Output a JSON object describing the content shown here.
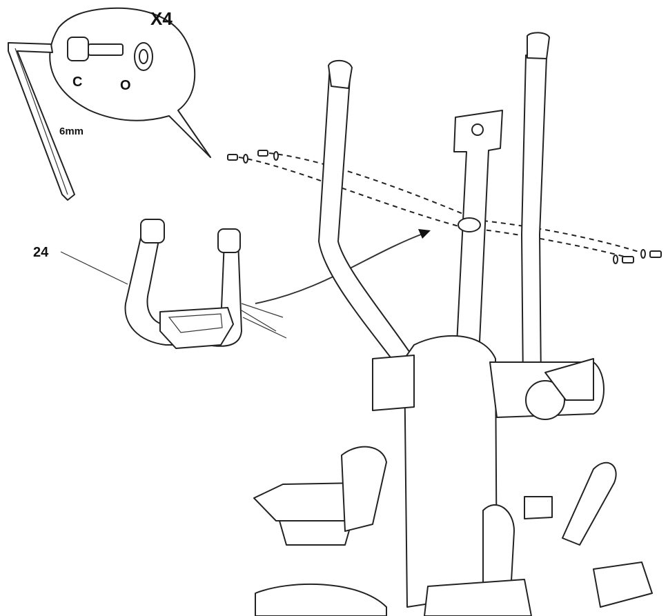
{
  "callout": {
    "quantity": "X4",
    "part_bolt": "C",
    "part_washer": "O",
    "tool_size": "6mm"
  },
  "part_number": "24",
  "colors": {
    "line": "#222222",
    "background": "#ffffff"
  },
  "icons": [
    "allen-wrench-icon",
    "bolt-icon",
    "washer-icon",
    "arrow-icon"
  ]
}
